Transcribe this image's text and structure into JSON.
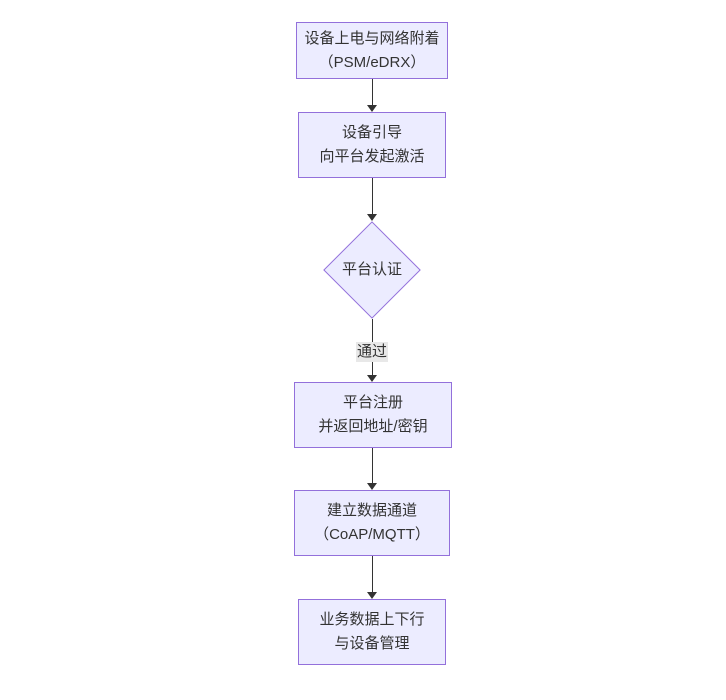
{
  "diagram": {
    "type": "flowchart",
    "direction": "top-down",
    "colors": {
      "node_fill": "#ECECFF",
      "node_border": "#9370DB",
      "arrow": "#333333",
      "edge_label_bg": "#e8e8e8",
      "text": "#333333",
      "background": "#ffffff"
    },
    "nodes": [
      {
        "id": "power-attach",
        "shape": "rect",
        "line1": "设备上电与网络附着",
        "line2": "（PSM/eDRX）"
      },
      {
        "id": "bootstrap",
        "shape": "rect",
        "line1": "设备引导",
        "line2": "向平台发起激活"
      },
      {
        "id": "platform-auth",
        "shape": "diamond",
        "line1": "平台认证"
      },
      {
        "id": "platform-register",
        "shape": "rect",
        "line1": "平台注册",
        "line2": "并返回地址/密钥"
      },
      {
        "id": "data-channel",
        "shape": "rect",
        "line1": "建立数据通道",
        "line2": "（CoAP/MQTT）"
      },
      {
        "id": "business-data",
        "shape": "rect",
        "line1": "业务数据上下行",
        "line2": "与设备管理"
      }
    ],
    "edges": [
      {
        "from": "power-attach",
        "to": "bootstrap"
      },
      {
        "from": "bootstrap",
        "to": "platform-auth"
      },
      {
        "from": "platform-auth",
        "to": "platform-register",
        "label": "通过"
      },
      {
        "from": "platform-register",
        "to": "data-channel"
      },
      {
        "from": "data-channel",
        "to": "business-data"
      }
    ]
  }
}
